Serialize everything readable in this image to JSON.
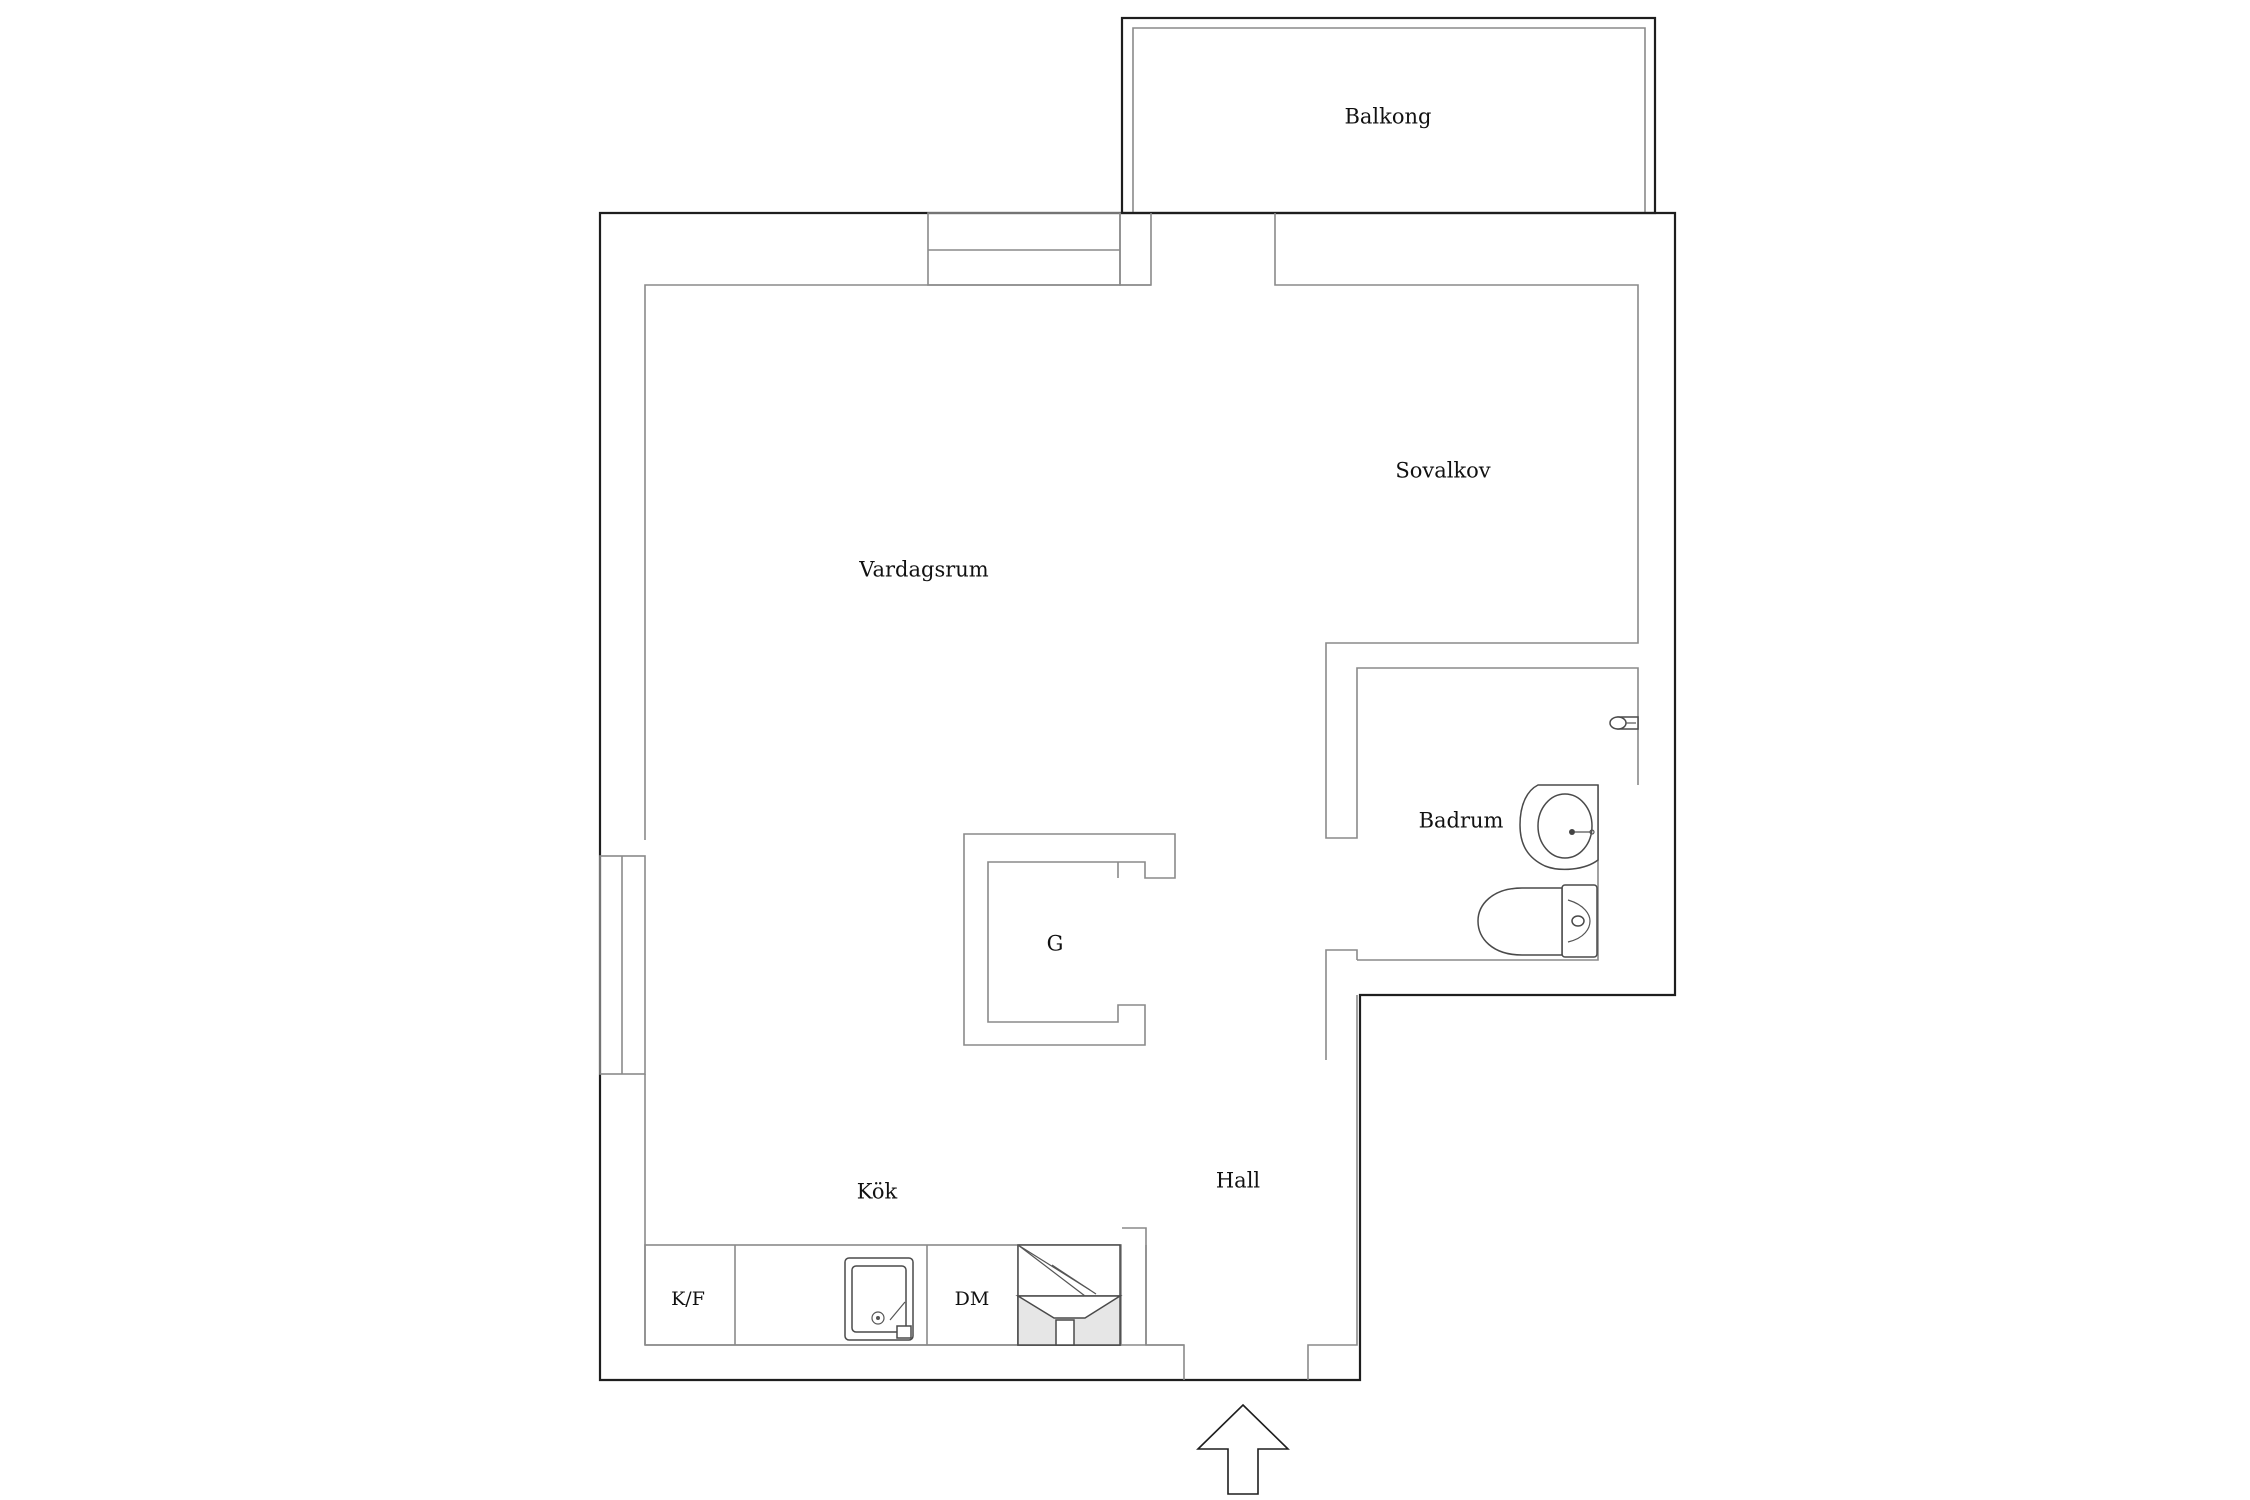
{
  "rooms": {
    "balkong": "Balkong",
    "sovalkov": "Sovalkov",
    "vardagsrum": "Vardagsrum",
    "badrum": "Badrum",
    "kok": "Kök",
    "hall": "Hall",
    "garderob": "G"
  },
  "fixtures": {
    "fridge": "K/F",
    "dishwasher": "DM"
  },
  "icons": {
    "entrance": "entrance-arrow-icon",
    "sink": "kitchen-sink-icon",
    "stove": "stove-icon",
    "washbasin": "washbasin-icon",
    "toilet": "toilet-icon",
    "faucet": "faucet-icon"
  }
}
